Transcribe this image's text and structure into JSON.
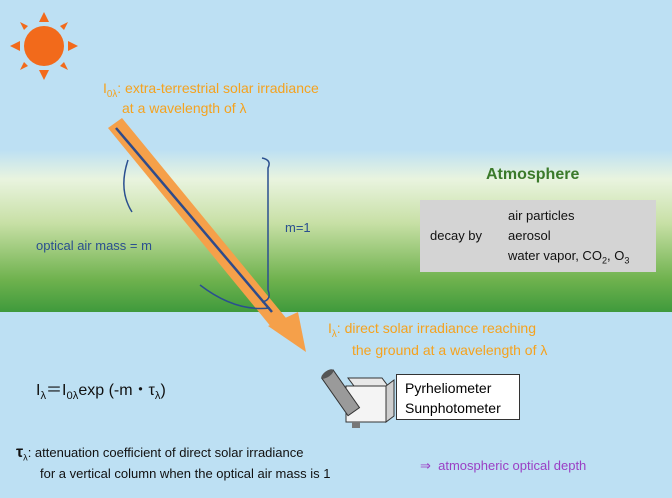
{
  "labels": {
    "i0_symbol": "I",
    "i0_sub": "0λ",
    "i0_line1": ": extra-terrestrial solar irradiance",
    "i0_line2": "at a wavelength of λ",
    "atmosphere": "Atmosphere",
    "optical_air_mass": "optical air mass = m",
    "m_equals_1": "m=1",
    "decay_by": "decay by",
    "decay_items": [
      "air particles",
      "aerosol",
      "water vapor, CO",
      "2",
      ", O",
      "3"
    ],
    "i_symbol": "I",
    "i_sub": "λ",
    "i_line1": ": direct solar irradiance  reaching",
    "i_line2": "the ground at a wavelength of λ",
    "formula_I": "I",
    "formula_sub1": "λ",
    "formula_eq": "＝I",
    "formula_sub2": "0λ",
    "formula_exp": "exp (-m・τ",
    "formula_sub3": "λ",
    "formula_close": ")",
    "device1": "Pyrheliometer",
    "device2": "Sunphotometer",
    "tau_symbol": "τ",
    "tau_sub": "λ",
    "tau_line1": ": attenuation coefficient of direct solar irradiance",
    "tau_line2": "for a vertical column when the optical air mass is 1",
    "arrow_glyph": "⇒",
    "optical_depth": "atmospheric optical depth"
  },
  "colors": {
    "sky": "#bde0f3",
    "sun": "#f26a1b",
    "beam": "#f5a04a",
    "orange_text": "#f5a21e",
    "blue_text": "#2a4f8f",
    "green_text": "#3b7a2a",
    "purple_text": "#9a3fc4"
  }
}
